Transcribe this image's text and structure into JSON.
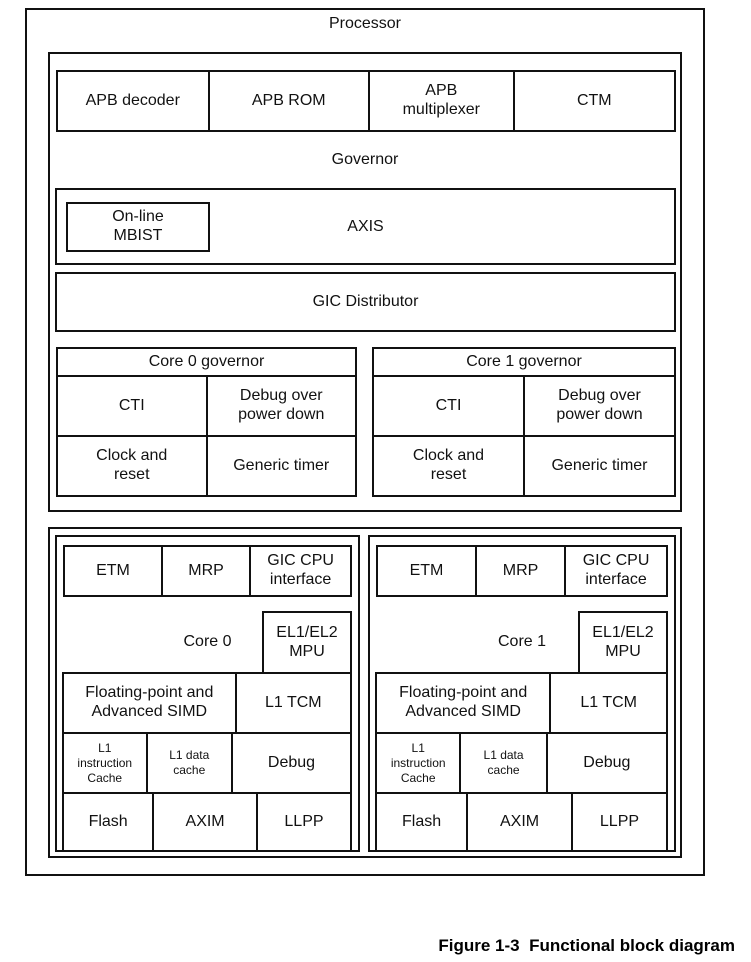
{
  "diagram": {
    "title": "Processor",
    "colors": {
      "border": "#111111",
      "text": "#111111",
      "background": "#ffffff"
    },
    "top_section": {
      "apb_cells": [
        "APB decoder",
        "APB ROM",
        "APB\nmultiplexer",
        "CTM"
      ],
      "governor_label": "Governor",
      "mbist": "On-line\nMBIST",
      "axis": "AXIS",
      "gic_distributor": "GIC Distributor",
      "governors": [
        {
          "title": "Core 0 governor",
          "cti": "CTI",
          "debug_power": "Debug over\npower down",
          "clock_reset": "Clock and\nreset",
          "generic_timer": "Generic timer"
        },
        {
          "title": "Core 1 governor",
          "cti": "CTI",
          "debug_power": "Debug over\npower down",
          "clock_reset": "Clock and\nreset",
          "generic_timer": "Generic timer"
        }
      ]
    },
    "cores": [
      {
        "name": "Core 0",
        "etm": "ETM",
        "mrp": "MRP",
        "gic_cpu": "GIC CPU\ninterface",
        "mpu": "EL1/EL2\nMPU",
        "fp_simd": "Floating-point and\nAdvanced SIMD",
        "l1_tcm": "L1 TCM",
        "icache": "L1\ninstruction\nCache",
        "dcache": "L1 data\ncache",
        "debug": "Debug",
        "flash": "Flash",
        "axim": "AXIM",
        "llpp": "LLPP"
      },
      {
        "name": "Core 1",
        "etm": "ETM",
        "mrp": "MRP",
        "gic_cpu": "GIC CPU\ninterface",
        "mpu": "EL1/EL2\nMPU",
        "fp_simd": "Floating-point and\nAdvanced SIMD",
        "l1_tcm": "L1 TCM",
        "icache": "L1\ninstruction\nCache",
        "dcache": "L1 data\ncache",
        "debug": "Debug",
        "flash": "Flash",
        "axim": "AXIM",
        "llpp": "LLPP"
      }
    ],
    "caption": "Figure 1-3  Functional block diagram"
  }
}
